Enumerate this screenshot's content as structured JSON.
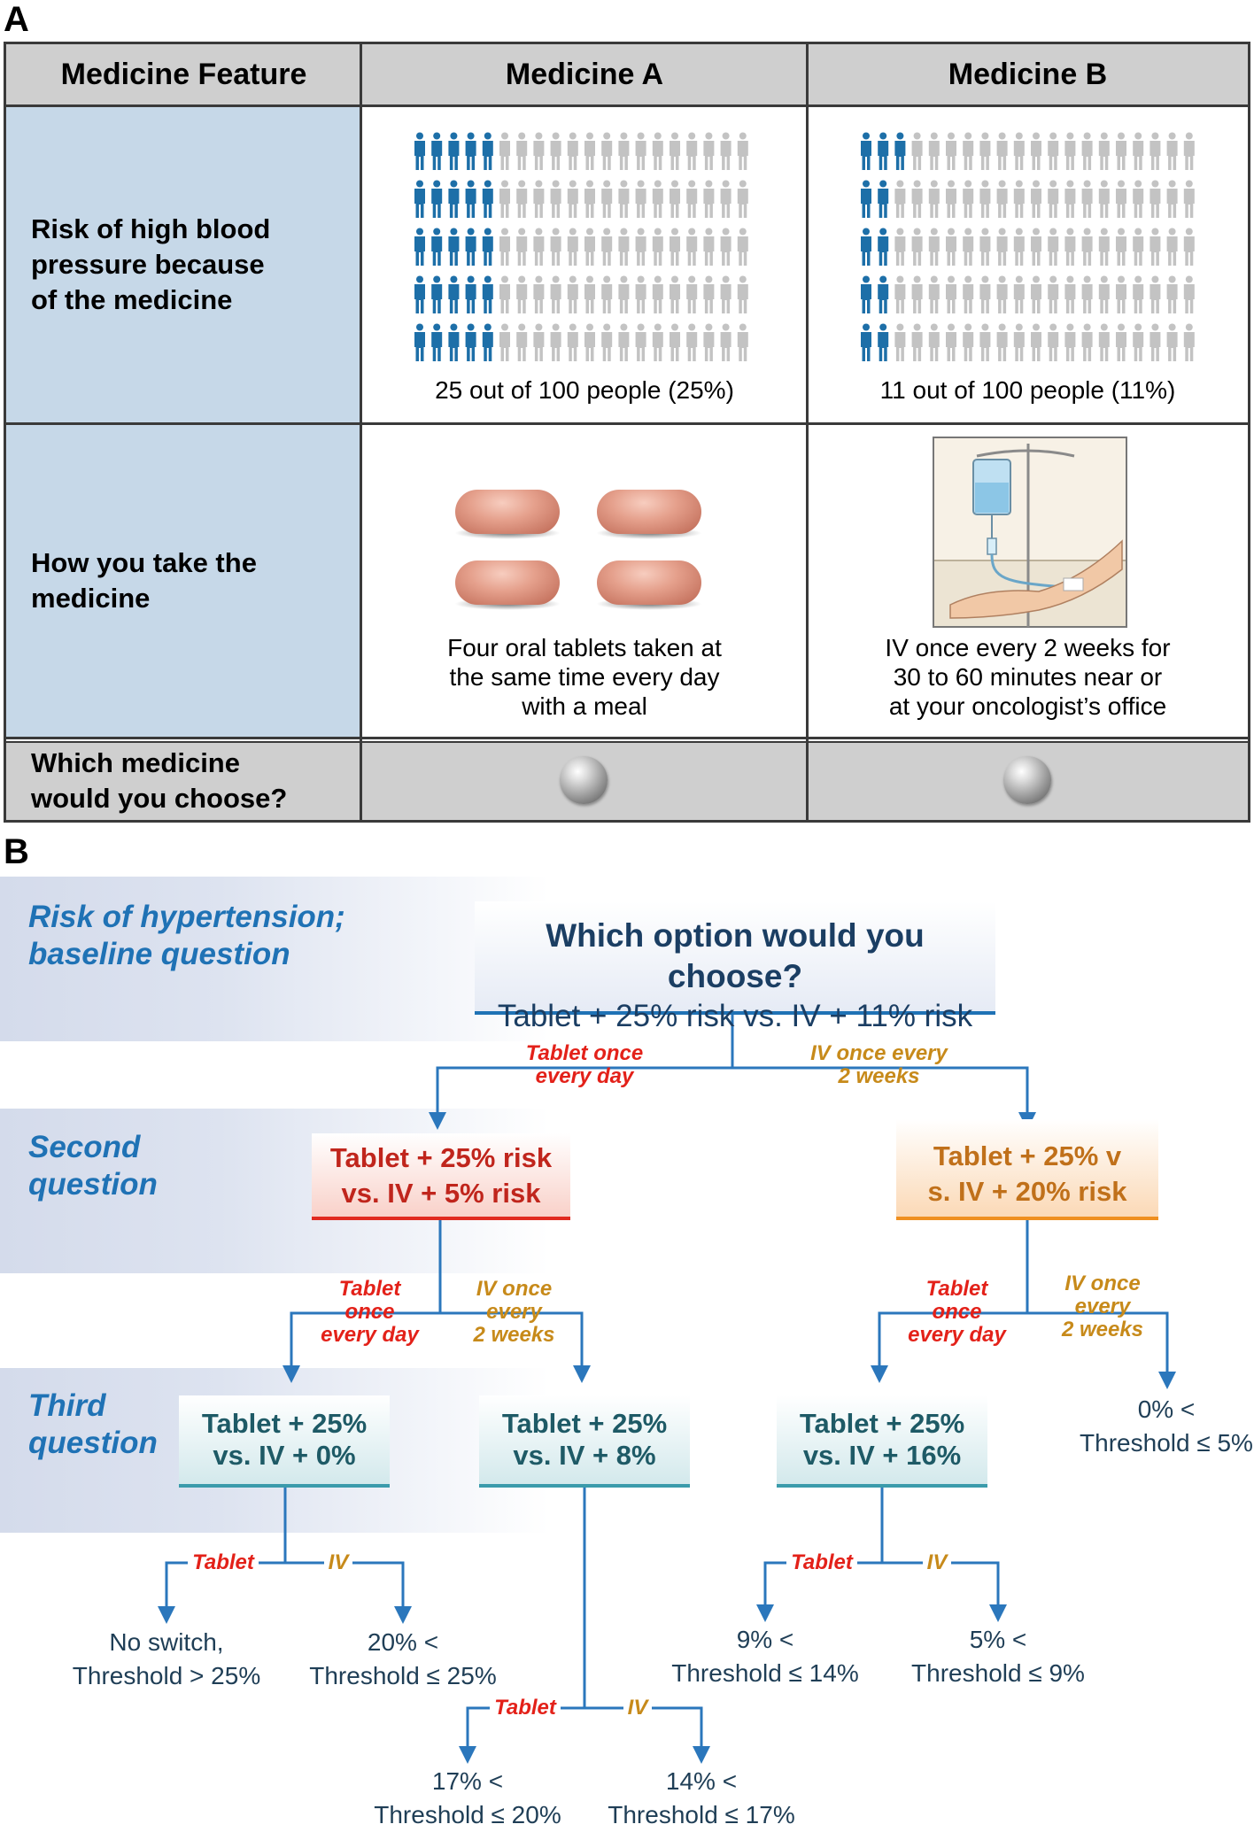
{
  "panel_a": {
    "letter": "A",
    "headers": {
      "feature": "Medicine Feature",
      "medicine_a": "Medicine A",
      "medicine_b": "Medicine B"
    },
    "rows": {
      "risk": {
        "label_lines": [
          "Risk of high blood",
          "pressure because",
          "of the medicine"
        ],
        "medicine_a_caption": "25 out of 100 people (25%)",
        "medicine_b_caption": "11 out of 100 people (11%)",
        "medicine_a_affected": 25,
        "medicine_b_affected": 11,
        "total_people": 100
      },
      "administration": {
        "label_lines": [
          "How you take the",
          "medicine"
        ],
        "medicine_a_caption_lines": [
          "Four oral tablets taken at",
          "the same time every day",
          "with a meal"
        ],
        "medicine_b_caption_lines": [
          "IV once every 2 weeks for",
          "30 to 60 minutes near or",
          "at your oncologist’s office"
        ]
      },
      "choice": {
        "label_lines": [
          "Which medicine",
          "would you choose?"
        ]
      }
    },
    "colors": {
      "affected": "#1d6fa8",
      "unaffected": "#c3c3c3",
      "feature_bg": "#c6d8e8",
      "header_bg": "#cfcfcf"
    }
  },
  "panel_b": {
    "letter": "B",
    "bands": {
      "baseline": [
        "Risk of hypertension;",
        "baseline question"
      ],
      "second": [
        "Second",
        "question"
      ],
      "third": [
        "Third",
        "question"
      ]
    },
    "baseline_box": {
      "title": "Which option would you choose?",
      "subtitle": "Tablet + 25% risk vs. IV + 11% risk"
    },
    "branch_tablet_day": [
      "Tablet once",
      "every day"
    ],
    "branch_iv_2weeks": [
      "IV once every",
      "2 weeks"
    ],
    "second_left": [
      "Tablet + 25% risk",
      "vs. IV + 5% risk"
    ],
    "second_right": [
      "Tablet + 25% v",
      "s. IV + 20% risk"
    ],
    "branch_left_tablet": [
      "Tablet",
      "once",
      "every day"
    ],
    "branch_left_iv": [
      "IV once",
      "every",
      "2 weeks"
    ],
    "branch_right_tablet": [
      "Tablet",
      "once",
      "every day"
    ],
    "branch_right_iv": [
      "IV once",
      "every",
      "2 weeks"
    ],
    "third_a": [
      "Tablet + 25%",
      "vs. IV + 0%"
    ],
    "third_b": [
      "Tablet + 25%",
      "vs. IV + 8%"
    ],
    "third_c": [
      "Tablet + 25%",
      "vs. IV + 16%"
    ],
    "result_right_iv": [
      "0% <",
      "Threshold ≤ 5%"
    ],
    "short_tablet": "Tablet",
    "short_iv": "IV",
    "result_a_tablet": [
      "No switch,",
      "Threshold > 25%"
    ],
    "result_a_iv": [
      "20% <",
      "Threshold ≤ 25%"
    ],
    "result_b_tablet": [
      "17% <",
      "Threshold ≤ 20%"
    ],
    "result_b_iv": [
      "14% <",
      "Threshold ≤ 17%"
    ],
    "result_c_tablet": [
      "9% <",
      "Threshold ≤ 14%"
    ],
    "result_c_iv": [
      "5% <",
      "Threshold ≤ 9%"
    ],
    "colors": {
      "line": "#2b77bc",
      "tablet_label": "#e32119",
      "iv_label": "#c78a1a",
      "baseline_text": "#1b3e63",
      "second_left_text": "#c0251c",
      "second_right_text": "#c0701a",
      "third_text": "#1e5a66"
    }
  }
}
